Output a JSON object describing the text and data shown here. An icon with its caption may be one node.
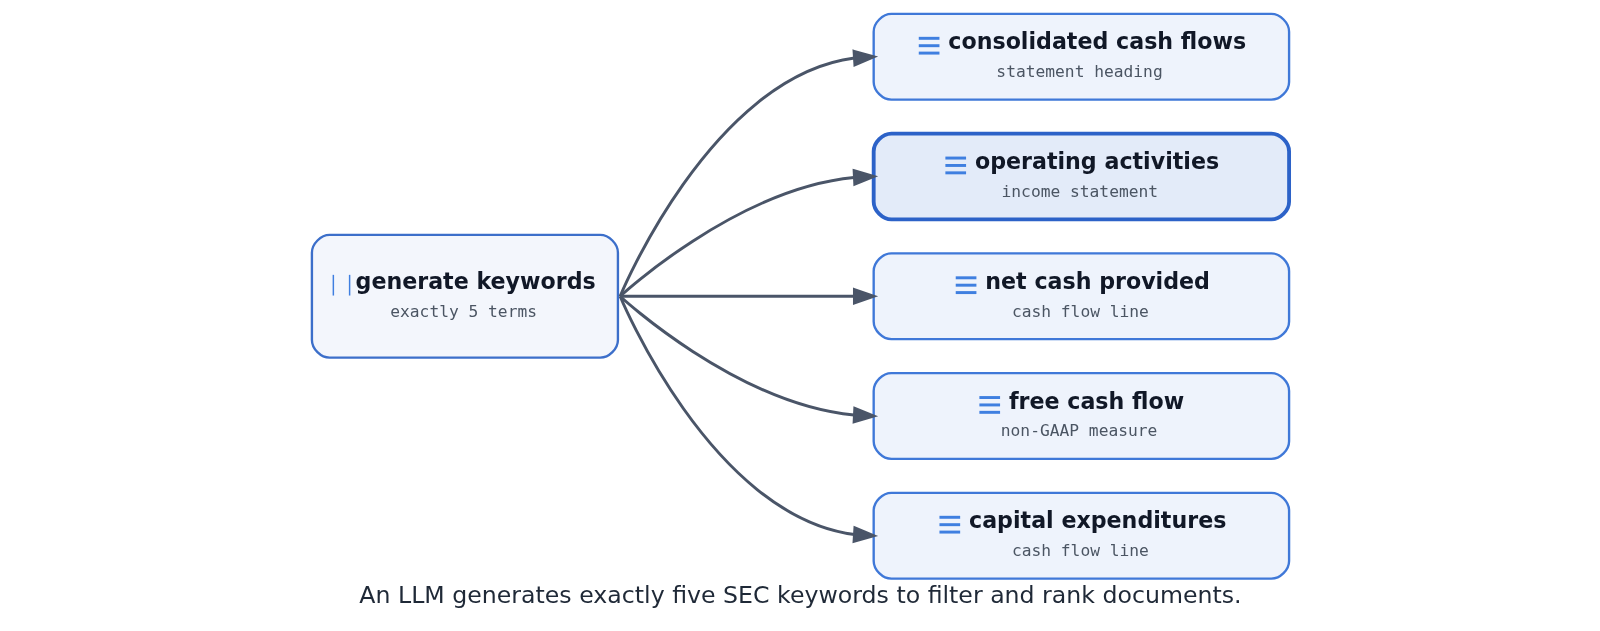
{
  "diagram": {
    "caption": "An LLM generates exactly five SEC keywords to filter and rank documents.",
    "nodes": [
      {
        "text": [
          "generate keywords",
          "exactly 5 terms"
        ]
      },
      {
        "text": [
          "consolidated cash flows",
          "statement heading"
        ]
      },
      {
        "text": [
          "operating activities",
          "income statement"
        ]
      },
      {
        "text": [
          "net cash provided",
          "cash flow line"
        ]
      },
      {
        "text": [
          "free cash flow",
          "non-GAAP measure"
        ]
      },
      {
        "text": [
          "capital expenditures",
          "cash flow line"
        ]
      }
    ],
    "edges": [
      {
        "from": 0,
        "to": 1,
        "arrow": "to"
      },
      {
        "from": 0,
        "to": 2,
        "arrow": "to"
      },
      {
        "from": 0,
        "to": 3,
        "arrow": "to"
      },
      {
        "from": 0,
        "to": 4,
        "arrow": "to"
      },
      {
        "from": 0,
        "to": 5,
        "arrow": "to"
      }
    ]
  }
}
